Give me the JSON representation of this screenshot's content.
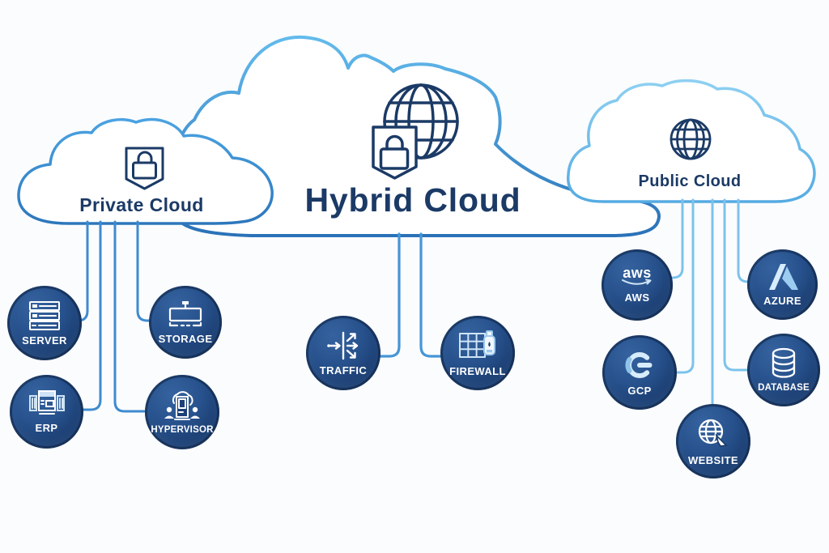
{
  "diagram": {
    "clouds": {
      "hybrid": {
        "label": "Hybrid Cloud",
        "icon": "globe-shield-lock-icon"
      },
      "private": {
        "label": "Private Cloud",
        "icon": "shield-lock-icon",
        "connections": [
          "SERVER",
          "ERP",
          "HYPERVISOR",
          "STORAGE"
        ]
      },
      "public": {
        "label": "Public Cloud",
        "icon": "globe-icon",
        "connections": [
          "AWS",
          "GCP",
          "WEBSITE",
          "DATABASE",
          "AZURE"
        ]
      }
    },
    "hybrid_connections": [
      "TRAFFIC",
      "FIREWALL"
    ],
    "nodes": {
      "server": {
        "label": "SERVER"
      },
      "storage": {
        "label": "STORAGE"
      },
      "erp": {
        "label": "ERP"
      },
      "hypervisor": {
        "label": "HYPERVISOR"
      },
      "traffic": {
        "label": "TRAFFIC"
      },
      "firewall": {
        "label": "FIREWALL"
      },
      "aws": {
        "label": "AWS",
        "logo_text": "aws"
      },
      "azure": {
        "label": "AZURE"
      },
      "gcp": {
        "label": "GCP"
      },
      "database": {
        "label": "DATABASE"
      },
      "website": {
        "label": "WEBSITE"
      }
    },
    "colors": {
      "navy_text": "#1b3a66",
      "node_fill_light": "#35639f",
      "node_fill_dark": "#142e57",
      "cloud_stroke_light": "#63bbec",
      "cloud_stroke_dark": "#2a72b8",
      "connector_private": "#3e8bd0",
      "connector_center": "#4596d6",
      "connector_public": "#7cc3ec",
      "icon_accent_light": "#d7ecfc",
      "icon_accent_medium": "#9ccdf1",
      "background": "#fbfcfe"
    }
  }
}
